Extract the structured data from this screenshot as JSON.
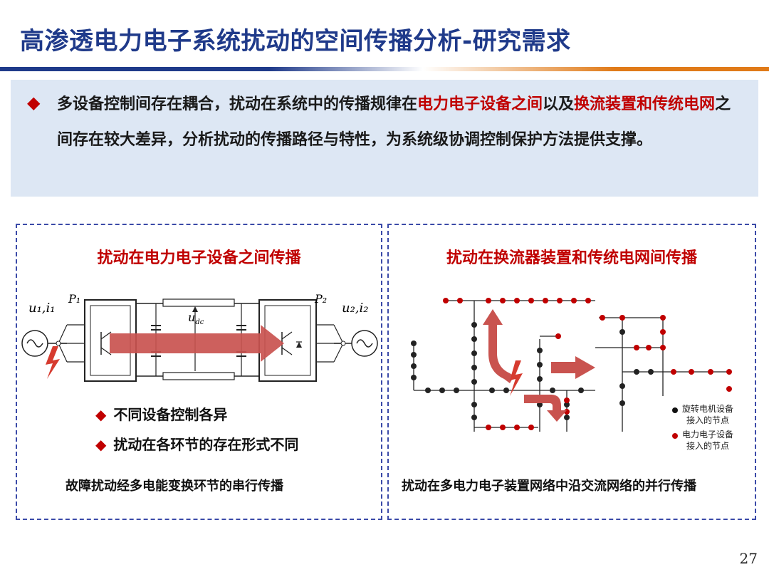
{
  "title": "高渗透电力电子系统扰动的空间传播分析-研究需求",
  "intro": {
    "p1": "多设备控制间存在耦合，扰动在系统中的传播规律在",
    "h1": "电力电子设备之间",
    "p2": "以及",
    "h2": "换流装置和传统电网",
    "p3": "之间存在较大差异，分析扰动的传播路径与特性，为系统级协调控制保护方法提供支撑。"
  },
  "left_panel": {
    "title": "扰动在电力电子设备之间传播",
    "labels": {
      "u1i1": "u₁,i₁",
      "p1": "P₁",
      "udc": "u",
      "udc_sub": "dc",
      "p2": "P₂",
      "u2i2": "u₂,i₂"
    },
    "bullets": [
      "不同设备控制各异",
      "扰动在各环节的存在形式不同"
    ],
    "caption": "故障扰动经多电能变换环节的串行传播"
  },
  "right_panel": {
    "title": "扰动在换流器装置和传统电网间传播",
    "legend": [
      {
        "text1": "旋转电机设备",
        "text2": "接入的节点",
        "color": "#111111"
      },
      {
        "text1": "电力电子设备",
        "text2": "接入的节点",
        "color": "#c00000"
      }
    ],
    "caption": "扰动在多电力电子装置网络中沿交流网络的并行传播"
  },
  "page_number": "27",
  "colors": {
    "accent": "#c00000",
    "title": "#1f3a8a",
    "arrow": "#c9534f"
  }
}
